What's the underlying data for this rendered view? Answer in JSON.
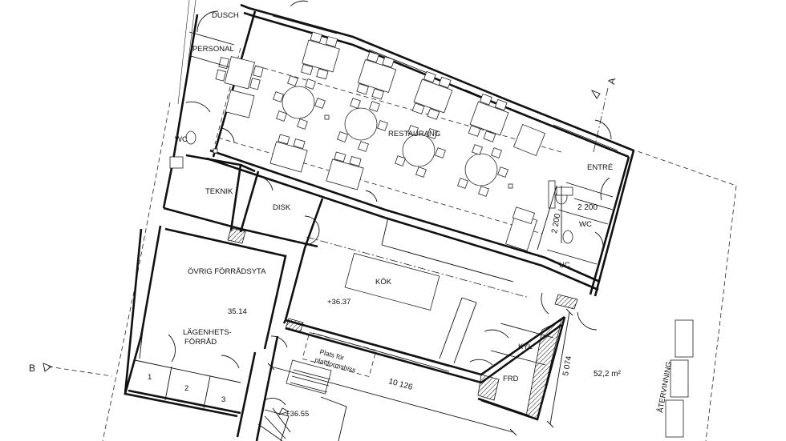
{
  "rooms": {
    "dusch": "DUSCH",
    "personal": "PERSONAL",
    "wc_left": "WC",
    "teknik": "TEKNIK",
    "disk": "DISK",
    "restaurang": "RESTAURANG",
    "entre": "ENTRÉ",
    "wc_right": "WC",
    "uc": "UC",
    "kok": "KÖK",
    "kyl": "KYL",
    "frd": "FRD",
    "ovrig_forradsyta": "ÖVRIG FÖRRÅDSYTA",
    "lagenhets_1": "LÄGENHETS-",
    "lagenhets_2": "FÖRRÅD",
    "atervinning": "ÅTERVINNING",
    "platform_1": "Plats för",
    "platform_2": "plattformshiss"
  },
  "numbers": {
    "room_area": "35.14",
    "level_kok": "+36.37",
    "level_stair": "+36.55",
    "dim_wc_horizontal": "2 200",
    "dim_wc_vertical": "2 200",
    "dim_length": "10 126",
    "dim_width": "5 074",
    "area_total": "52,2 m²",
    "storage_1": "1",
    "storage_2": "2",
    "storage_3": "3"
  },
  "sections": {
    "a": "A",
    "b": "B"
  }
}
